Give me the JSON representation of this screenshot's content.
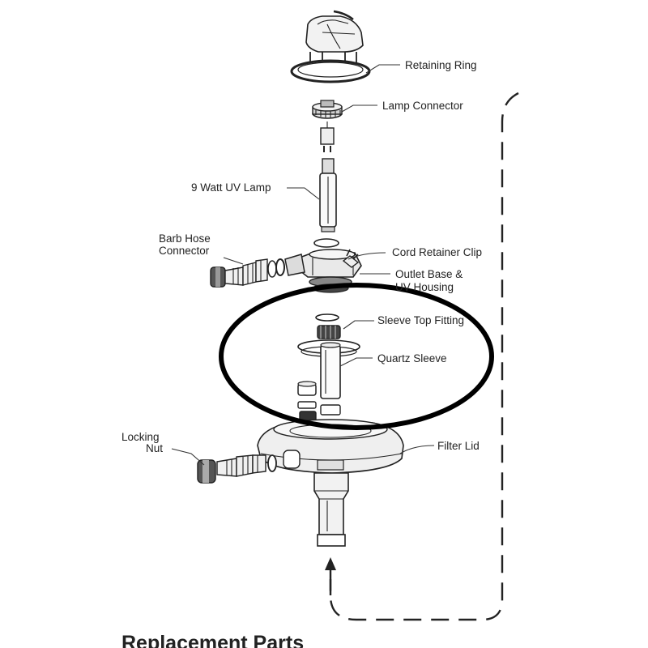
{
  "labels": {
    "retaining_ring": "Retaining Ring",
    "lamp_connector": "Lamp Connector",
    "uv_lamp": "9 Watt UV Lamp",
    "barb_hose_line1": "Barb Hose",
    "barb_hose_line2": "Connector",
    "cord_retainer_clip": "Cord Retainer Clip",
    "outlet_base_line1": "Outlet Base &",
    "outlet_base_line2": "UV Housing",
    "sleeve_top_fitting": "Sleeve Top Fitting",
    "quartz_sleeve": "Quartz Sleeve",
    "locking_nut_line1": "Locking",
    "locking_nut_line2": "Nut",
    "filter_lid": "Filter Lid"
  },
  "heading": "Replacement Parts",
  "colors": {
    "ink": "#222222",
    "background": "#ffffff"
  },
  "icons": {
    "flow_arrow": "up-arrow-icon",
    "highlight": "ellipse-highlight"
  }
}
